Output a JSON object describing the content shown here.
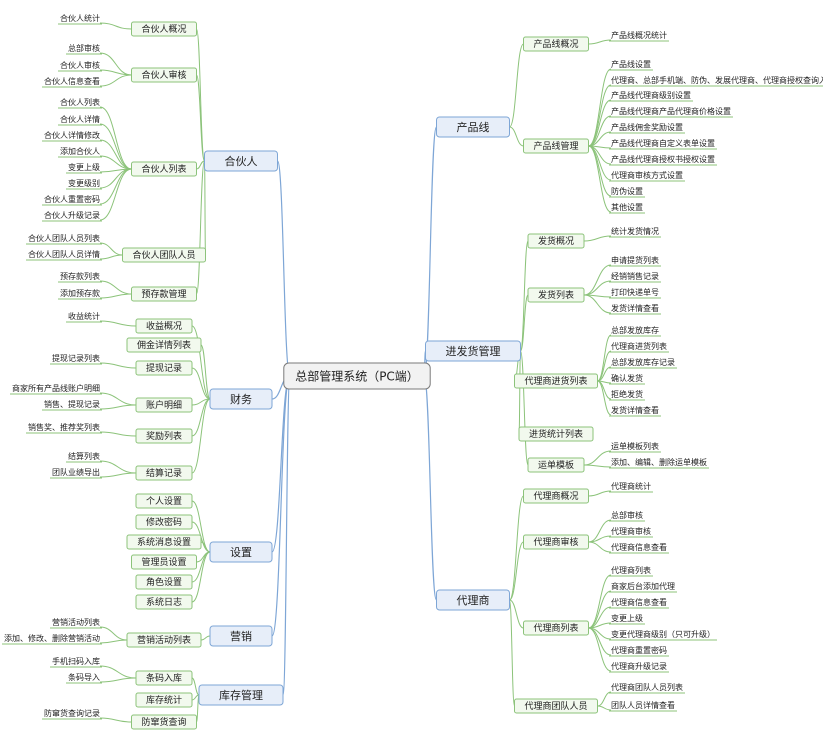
{
  "colors": {
    "link": "#8cc37a",
    "branch_link": "#7ea6d6",
    "root_fill": "#f2f2f2",
    "root_stroke": "#7a7a7a",
    "branch_fill": "#e7eef9",
    "branch_stroke": "#7ea6d6",
    "sub_fill": "#f2f9ee",
    "sub_stroke": "#8cc37a",
    "text": "#222222"
  },
  "root": {
    "id": "root",
    "label": "总部管理系统（PC端）"
  },
  "left_branches": [
    {
      "id": "partner",
      "label": "合伙人",
      "children": [
        {
          "id": "p1",
          "label": "合伙人概况",
          "leaves": [
            "合伙人统计"
          ]
        },
        {
          "id": "p2",
          "label": "合伙人审核",
          "leaves": [
            "总部审核",
            "合伙人审核",
            "合伙人信息查看"
          ]
        },
        {
          "id": "p3",
          "label": "合伙人列表",
          "leaves": [
            "合伙人列表",
            "合伙人详情",
            "合伙人详情修改",
            "添加合伙人",
            "变更上级",
            "变更级别",
            "合伙人重置密码",
            "合伙人升级记录"
          ]
        },
        {
          "id": "p4",
          "label": "合伙人团队人员",
          "leaves": [
            "合伙人团队人员列表",
            "合伙人团队人员详情"
          ]
        },
        {
          "id": "p5",
          "label": "预存款管理",
          "leaves": [
            "预存款列表",
            "添加预存款"
          ]
        }
      ]
    },
    {
      "id": "finance",
      "label": "财务",
      "children": [
        {
          "id": "f1",
          "label": "收益概况",
          "leaves": [
            "收益统计"
          ]
        },
        {
          "id": "f2",
          "label": "佣金详情列表",
          "leaves": []
        },
        {
          "id": "f3",
          "label": "提现记录",
          "leaves": [
            "提现记录列表"
          ]
        },
        {
          "id": "f4",
          "label": "账户明细",
          "leaves": [
            "商家所有产品线账户明细",
            "销售、提现记录"
          ]
        },
        {
          "id": "f5",
          "label": "奖励列表",
          "leaves": [
            "销售奖、推荐奖列表"
          ]
        },
        {
          "id": "f6",
          "label": "结算记录",
          "leaves": [
            "结算列表",
            "团队业绩导出"
          ]
        }
      ]
    },
    {
      "id": "settings",
      "label": "设置",
      "children": [
        {
          "id": "s1",
          "label": "个人设置",
          "leaves": []
        },
        {
          "id": "s2",
          "label": "修改密码",
          "leaves": []
        },
        {
          "id": "s3",
          "label": "系统消息设置",
          "leaves": []
        },
        {
          "id": "s4",
          "label": "管理员设置",
          "leaves": []
        },
        {
          "id": "s5",
          "label": "角色设置",
          "leaves": []
        },
        {
          "id": "s6",
          "label": "系统日志",
          "leaves": []
        }
      ]
    },
    {
      "id": "marketing",
      "label": "营销",
      "children": [
        {
          "id": "m1",
          "label": "营销活动列表",
          "leaves": [
            "营销活动列表",
            "添加、修改、删除营销活动"
          ]
        }
      ]
    },
    {
      "id": "inventory",
      "label": "库存管理",
      "children": [
        {
          "id": "i1",
          "label": "条码入库",
          "leaves": [
            "手机扫码入库",
            "条码导入"
          ]
        },
        {
          "id": "i2",
          "label": "库存统计",
          "leaves": []
        },
        {
          "id": "i3",
          "label": "防窜货查询",
          "leaves": [
            "防窜货查询记录"
          ]
        }
      ]
    }
  ],
  "right_branches": [
    {
      "id": "productline",
      "label": "产品线",
      "children": [
        {
          "id": "r1",
          "label": "产品线概况",
          "leaves": [
            "产品线概况统计"
          ]
        },
        {
          "id": "r2",
          "label": "产品线管理",
          "leaves": [
            "产品线设置",
            "代理商、总部手机端、防伪、发展代理商、代理商授权查询入口",
            "产品线代理商级别设置",
            "产品线代理商产品代理商价格设置",
            "产品线佣金奖励设置",
            "产品线代理商自定义表单设置",
            "产品线代理商授权书授权设置",
            "代理商审核方式设置",
            "防伪设置",
            "其他设置"
          ]
        }
      ]
    },
    {
      "id": "shipping",
      "label": "进发货管理",
      "children": [
        {
          "id": "d1",
          "label": "发货概况",
          "leaves": [
            "统计发货情况"
          ]
        },
        {
          "id": "d2",
          "label": "发货列表",
          "leaves": [
            "申请提货列表",
            "经销销售记录",
            "打印快递单号",
            "发货详情查看"
          ]
        },
        {
          "id": "d3",
          "label": "代理商进货列表",
          "leaves": [
            "总部发放库存",
            "代理商进货列表",
            "总部发放库存记录",
            "确认发货",
            "拒绝发货",
            "发货详情查看"
          ]
        },
        {
          "id": "d4",
          "label": "进货统计列表",
          "leaves": []
        },
        {
          "id": "d5",
          "label": "运单模板",
          "leaves": [
            "运单模板列表",
            "添加、编辑、删除运单模板"
          ]
        }
      ]
    },
    {
      "id": "agent",
      "label": "代理商",
      "children": [
        {
          "id": "a1",
          "label": "代理商概况",
          "leaves": [
            "代理商统计"
          ]
        },
        {
          "id": "a2",
          "label": "代理商审核",
          "leaves": [
            "总部审核",
            "代理商审核",
            "代理商信息查看"
          ]
        },
        {
          "id": "a3",
          "label": "代理商列表",
          "leaves": [
            "代理商列表",
            "商家后台添加代理",
            "代理商信息查看",
            "变更上级",
            "变更代理商级别（只可升级）",
            "代理商重置密码",
            "代理商升级记录"
          ]
        },
        {
          "id": "a4",
          "label": "代理商团队人员",
          "leaves": [
            "代理商团队人员列表",
            "团队人员详情查看"
          ]
        }
      ]
    }
  ]
}
